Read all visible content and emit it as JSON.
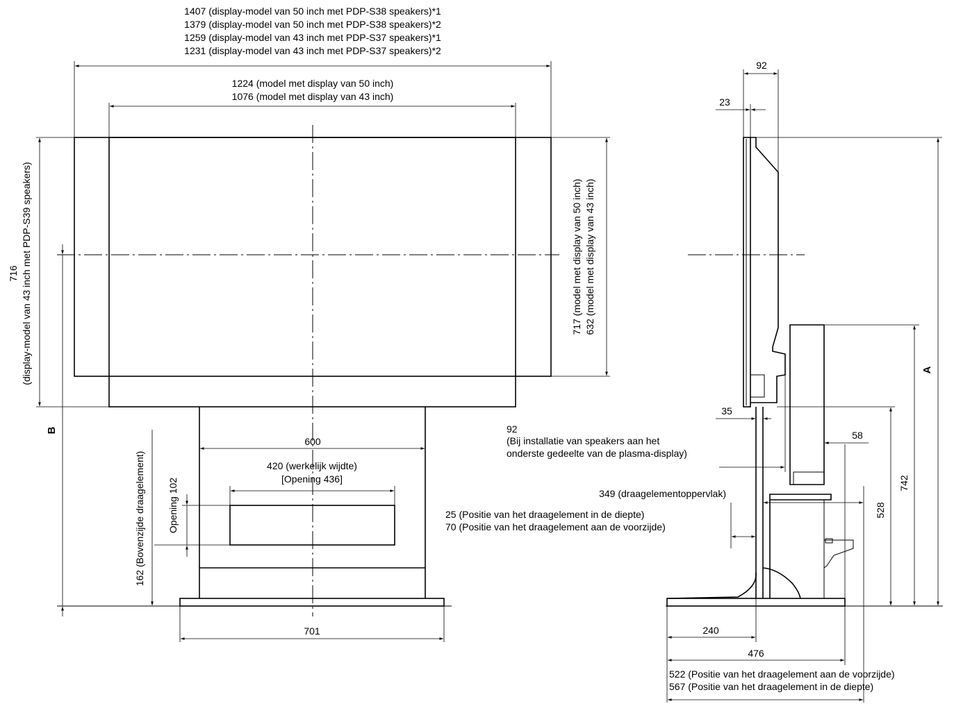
{
  "front_view": {
    "top_labels": [
      "1407 (display-model van 50 inch met PDP-S38 speakers)*1",
      "1379 (display-model van 50 inch met PDP-S38 speakers)*2",
      "1259 (display-model van 43 inch met PDP-S37 speakers)*1",
      "1231 (display-model van 43 inch met PDP-S37 speakers)*2"
    ],
    "width_labels": [
      "1224 (model met display van 50 inch)",
      "1076 (model met display van 43 inch)"
    ],
    "left_height_labels": [
      "716",
      "(display-model van 43 inch met PDP-S39 speakers)"
    ],
    "right_height_labels": [
      "717 (model met display van 50 inch)",
      "632 (model met display van 43 inch)"
    ],
    "label_b": "B",
    "stand_width": "600",
    "opening_width_labels": [
      "420 (werkelijk wijdte)",
      "[Opening 436]"
    ],
    "opening_height": "Opening 102",
    "support_top": "162 (Bovenzijde draagelement)",
    "base_width": "701"
  },
  "side_view": {
    "depth_92": "92",
    "depth_23": "23",
    "label_a": "A",
    "dim_35": "35",
    "speaker_note": [
      "92",
      "(Bij installatie van speakers aan het",
      "onderste gedeelte van de plasma-display)"
    ],
    "dim_58": "58",
    "dim_742": "742",
    "dim_528": "528",
    "support_surface": "349 (draagelementoppervlak)",
    "position_labels": [
      "25 (Positie van het draagelement in de diepte)",
      "70 (Positie van het draagelement aan de voorzijde)"
    ],
    "dim_240": "240",
    "dim_476": "476",
    "bottom_labels": [
      "522 (Positie van het draagelement aan de voorzijde)",
      "567 (Positie van het draagelement in de diepte)"
    ]
  }
}
